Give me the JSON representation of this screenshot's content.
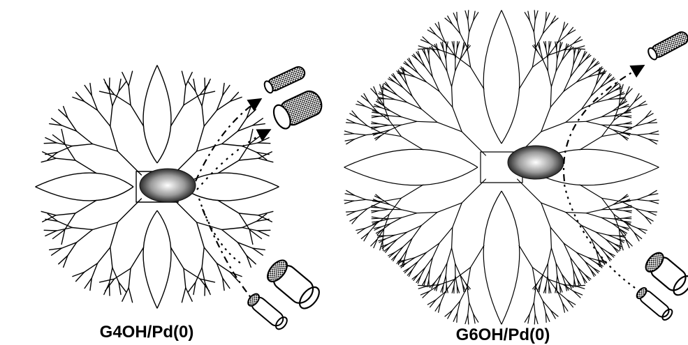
{
  "panels": [
    {
      "label": "G4OH/Pd(0)",
      "generations": 4,
      "particle": "Pd(0) nanoparticle"
    },
    {
      "label": "G6OH/Pd(0)",
      "generations": 6,
      "particle": "Pd(0) nanoparticle"
    }
  ],
  "colors": {
    "ink": "#000000",
    "paper": "#ffffff",
    "particle_core": "#ffffff",
    "particle_edge": "#1a1a1a"
  },
  "icons": [
    "dendrimer-g4",
    "dendrimer-g6",
    "pd-nanoparticle",
    "substrate-cylinder",
    "reaction-path-arrow"
  ]
}
